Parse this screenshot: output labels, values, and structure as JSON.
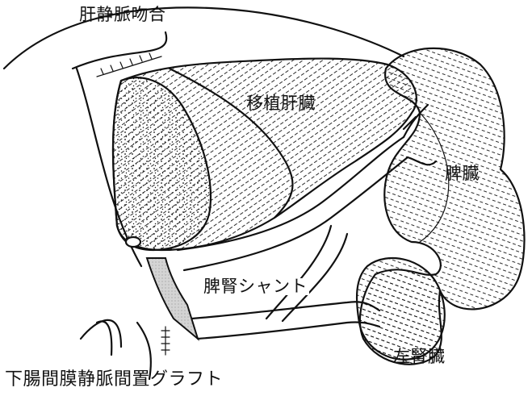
{
  "labels": {
    "hepatic_vein_anastomosis": "肝静脈吻合",
    "transplanted_liver": "移植肝臓",
    "spleen": "脾臓",
    "splenorenal_shunt": "脾腎シャント",
    "left_kidney": "左腎臓",
    "mesenteric_vein_graft": "下腸間膜静脈間置グラフト"
  },
  "colors": {
    "ink": "#111111",
    "graft_fill": "#cfcfcf",
    "background": "#ffffff"
  }
}
